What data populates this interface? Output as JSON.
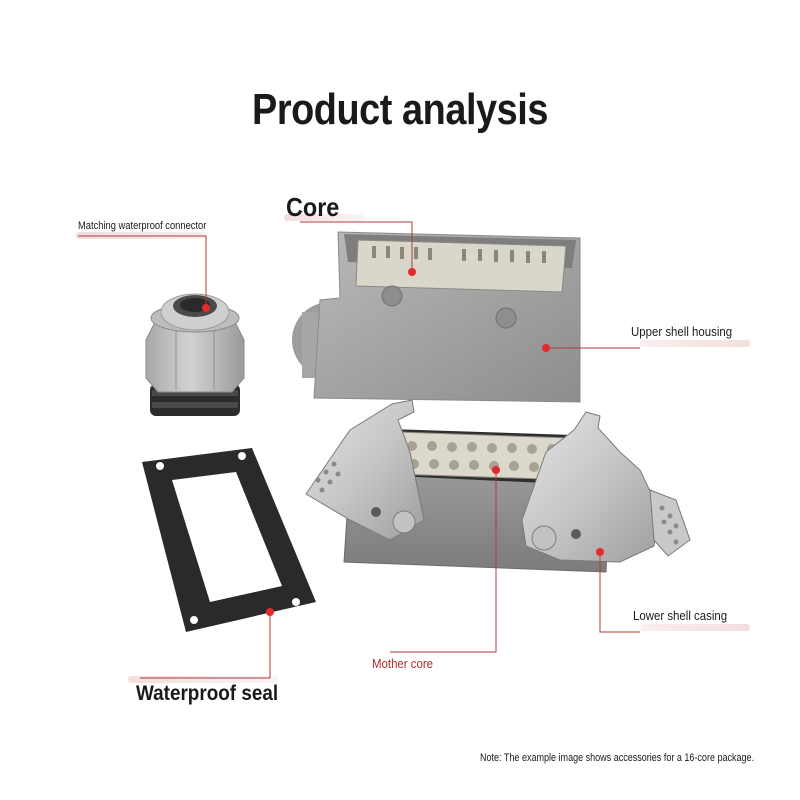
{
  "title": "Product analysis",
  "labels": {
    "core": "Core",
    "matching_connector": "Matching waterproof connector",
    "upper_shell": "Upper shell housing",
    "lower_shell": "Lower shell casing",
    "mother_core": "Mother core",
    "waterproof_seal": "Waterproof seal"
  },
  "note": "Note: The example image shows accessories for a 16-core package.",
  "colors": {
    "callout_line": "#b03a3a",
    "callout_dot": "#e22c2c",
    "stripe": "#f2dada",
    "mother_core_text": "#b02a2a"
  }
}
